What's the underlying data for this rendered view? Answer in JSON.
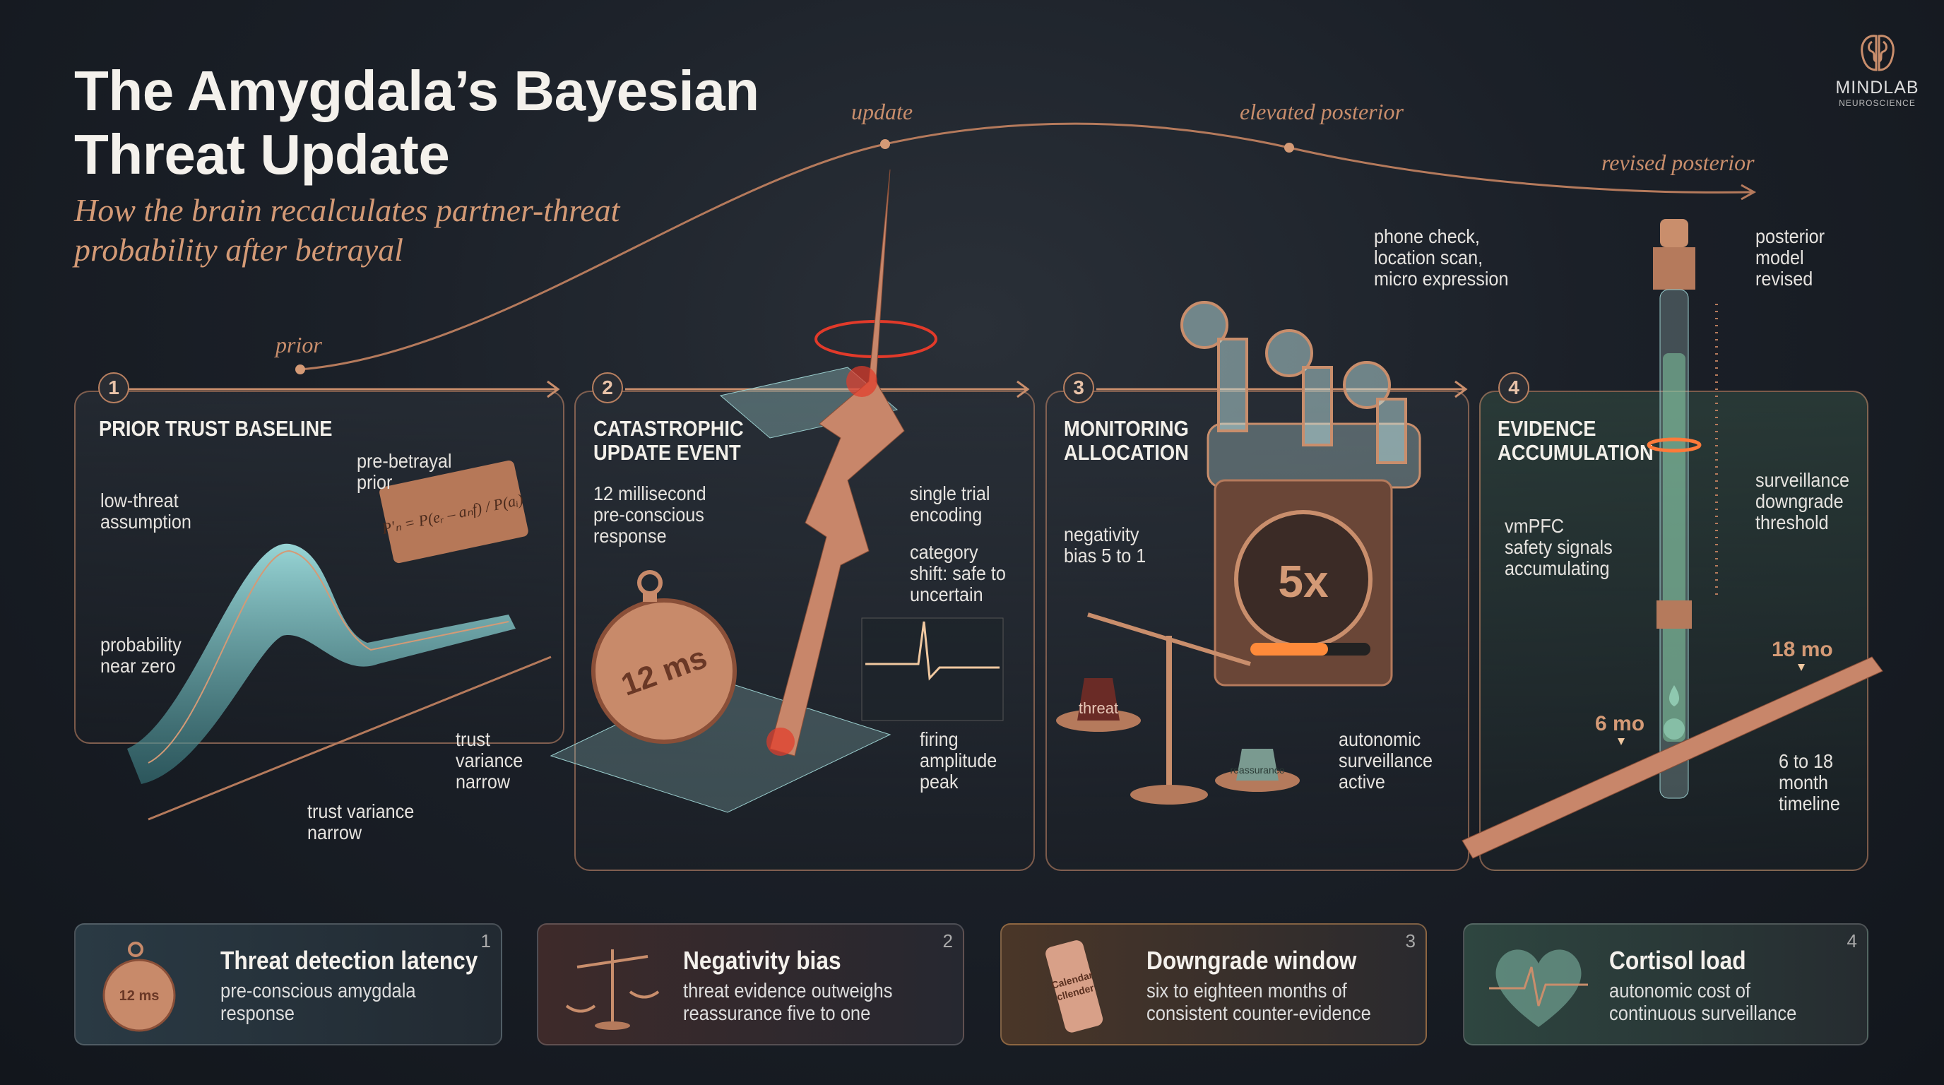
{
  "header": {
    "title_line1": "The Amygdala’s Bayesian",
    "title_line2": "Threat Update",
    "subtitle_line1": "How the brain recalculates partner-threat",
    "subtitle_line2": "probability after betrayal"
  },
  "logo": {
    "name": "MINDLAB",
    "tagline": "NEUROSCIENCE"
  },
  "curve": {
    "labels": [
      "prior",
      "update",
      "elevated posterior",
      "revised posterior"
    ]
  },
  "colors": {
    "copper": "#c98e6c",
    "background": "#1b2028",
    "threat_red": "#e23a2a",
    "teal": "#7fd3d3"
  },
  "panels": [
    {
      "number": "1",
      "title_line1": "PRIOR TRUST BASELINE",
      "labels": {
        "low_threat": [
          "low-threat",
          "assumption"
        ],
        "pre_betrayal": [
          "pre-betrayal",
          "prior"
        ],
        "probability": [
          "probability",
          "near zero"
        ],
        "variance_right": [
          "trust",
          "variance",
          "narrow"
        ],
        "variance_bottom": [
          "trust variance",
          "narrow"
        ]
      },
      "formula": "P′ₙ = P(eᵣ – aₙf) / P(aᵢ)"
    },
    {
      "number": "2",
      "title_line1": "CATASTROPHIC",
      "title_line2": "UPDATE EVENT",
      "labels": {
        "latency": [
          "12 millisecond",
          "pre-conscious",
          "response"
        ],
        "single_trial": [
          "single trial",
          "encoding"
        ],
        "category": [
          "category",
          "shift: safe to",
          "uncertain"
        ],
        "firing": [
          "firing",
          "amplitude",
          "peak"
        ]
      },
      "stopwatch": "12 ms"
    },
    {
      "number": "3",
      "title_line1": "MONITORING",
      "title_line2": "ALLOCATION",
      "labels": {
        "checks": [
          "phone check,",
          "location scan,",
          "micro expression"
        ],
        "bias": [
          "negativity",
          "bias 5 to 1"
        ],
        "autonomic": [
          "autonomic",
          "surveillance",
          "active"
        ]
      },
      "gauge": "5x",
      "weights": [
        "threat",
        "reassurance"
      ]
    },
    {
      "number": "4",
      "title_line1": "EVIDENCE",
      "title_line2": "ACCUMULATION",
      "labels": {
        "posterior": [
          "posterior",
          "model",
          "revised"
        ],
        "threshold": [
          "surveillance",
          "downgrade",
          "threshold"
        ],
        "vmpfc": [
          "vmPFC",
          "safety signals",
          "accumulating"
        ],
        "timeline": [
          "6 to 18",
          "month",
          "timeline"
        ]
      },
      "markers": [
        "6 mo",
        "18 mo"
      ]
    }
  ],
  "cards": [
    {
      "number": "1",
      "title": "Threat detection latency",
      "lines": [
        "pre-conscious amygdala",
        "response"
      ],
      "icon_text": "12 ms"
    },
    {
      "number": "2",
      "title": "Negativity bias",
      "lines": [
        "threat evidence outweighs",
        "reassurance five to one"
      ]
    },
    {
      "number": "3",
      "title": "Downgrade window",
      "lines": [
        "six to eighteen months of",
        "consistent counter-evidence"
      ],
      "icon_text": [
        "Calendar",
        "cllender"
      ]
    },
    {
      "number": "4",
      "title": "Cortisol load",
      "lines": [
        "autonomic cost of",
        "continuous surveillance"
      ]
    }
  ]
}
